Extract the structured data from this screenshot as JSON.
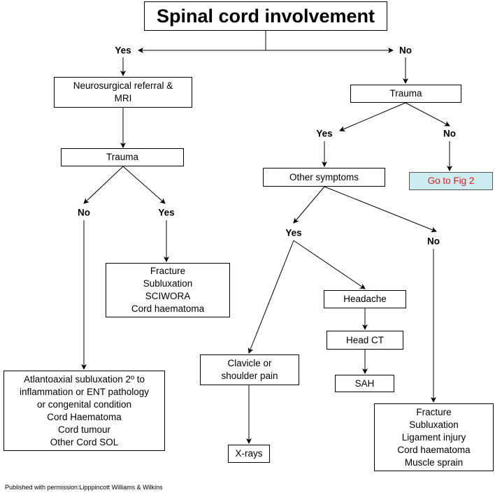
{
  "title": "Spinal cord involvement",
  "labels": {
    "yes_top": "Yes",
    "no_top": "No",
    "no_left_trauma": "No",
    "yes_left_trauma": "Yes",
    "yes_right_trauma": "Yes",
    "no_right_trauma": "No",
    "yes_other": "Yes",
    "no_other": "No"
  },
  "boxes": {
    "neuro_referral": [
      "Neurosurgical referral &",
      "MRI"
    ],
    "trauma_left": "Trauma",
    "trauma_right": "Trauma",
    "fracture_list_left": [
      "Fracture",
      "Subluxation",
      "SCIWORA",
      "Cord haematoma"
    ],
    "atlantoaxial": [
      "Atlantoaxial subluxation 2º to",
      "inflammation or ENT pathology",
      "or congenital condition",
      "Cord Haematoma",
      "Cord tumour",
      "Other Cord SOL"
    ],
    "other_symptoms": "Other symptoms",
    "go_to_fig2": "Go to Fig 2",
    "headache": "Headache",
    "head_ct": "Head CT",
    "sah": "SAH",
    "clavicle": [
      "Clavicle or",
      "shoulder pain"
    ],
    "xrays": "X-rays",
    "fracture_list_right": [
      "Fracture",
      "Subluxation",
      "Ligament injury",
      "Cord haematoma",
      "Muscle sprain"
    ]
  },
  "footer": "Published with permission:Lipppincott Williams & Wilkins",
  "colors": {
    "goto_fill": "#ccecef",
    "goto_text": "#e02020"
  }
}
